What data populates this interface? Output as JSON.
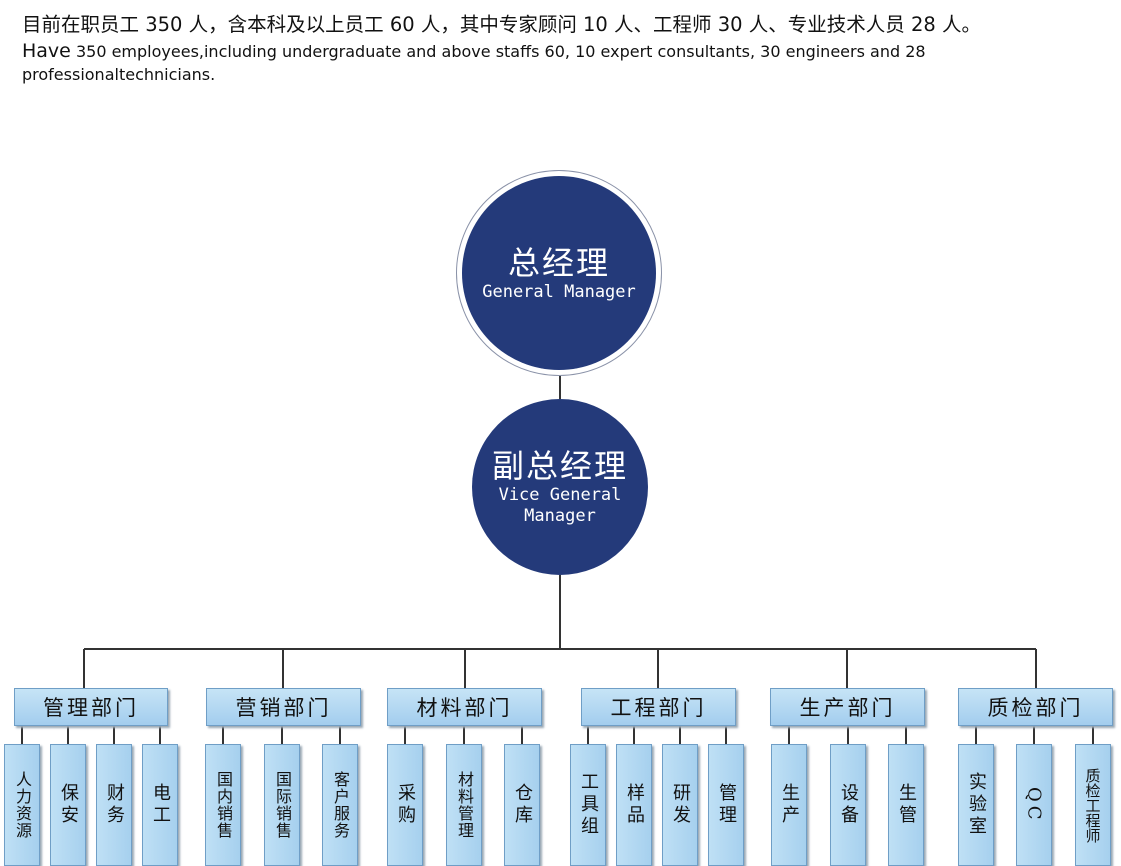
{
  "intro": {
    "chinese": "目前在职员工 350 人，含本科及以上员工 60 人，其中专家顾问 10 人、工程师 30 人、专业技术人员 28 人。",
    "english_lead": "Have",
    "english": " 350 employees,including undergraduate and above staffs 60, 10 expert consultants, 30 engineers and 28 professionaltechnicians."
  },
  "general_manager": {
    "cn": "总经理",
    "en": "General Manager"
  },
  "vice_general_manager": {
    "cn": "副总经理",
    "en1": "Vice General",
    "en2": "Manager"
  },
  "departments": [
    {
      "name": "管理部门",
      "subs": [
        "人力资源",
        "保安",
        "财务",
        "电工"
      ]
    },
    {
      "name": "营销部门",
      "subs": [
        "国内销售",
        "国际销售",
        "客户服务"
      ]
    },
    {
      "name": "材料部门",
      "subs": [
        "采购",
        "材料管理",
        "仓库"
      ]
    },
    {
      "name": "工程部门",
      "subs": [
        "工具组",
        "样品",
        "研发",
        "管理"
      ]
    },
    {
      "name": "生产部门",
      "subs": [
        "生产",
        "设备",
        "生管"
      ]
    },
    {
      "name": "质检部门",
      "subs": [
        "实验室",
        "QC",
        "质检工程师"
      ]
    }
  ],
  "colors": {
    "circle": "#243a7a",
    "box_top": "#c6e4f6",
    "box_bottom": "#a3cdee",
    "line": "#333333"
  }
}
